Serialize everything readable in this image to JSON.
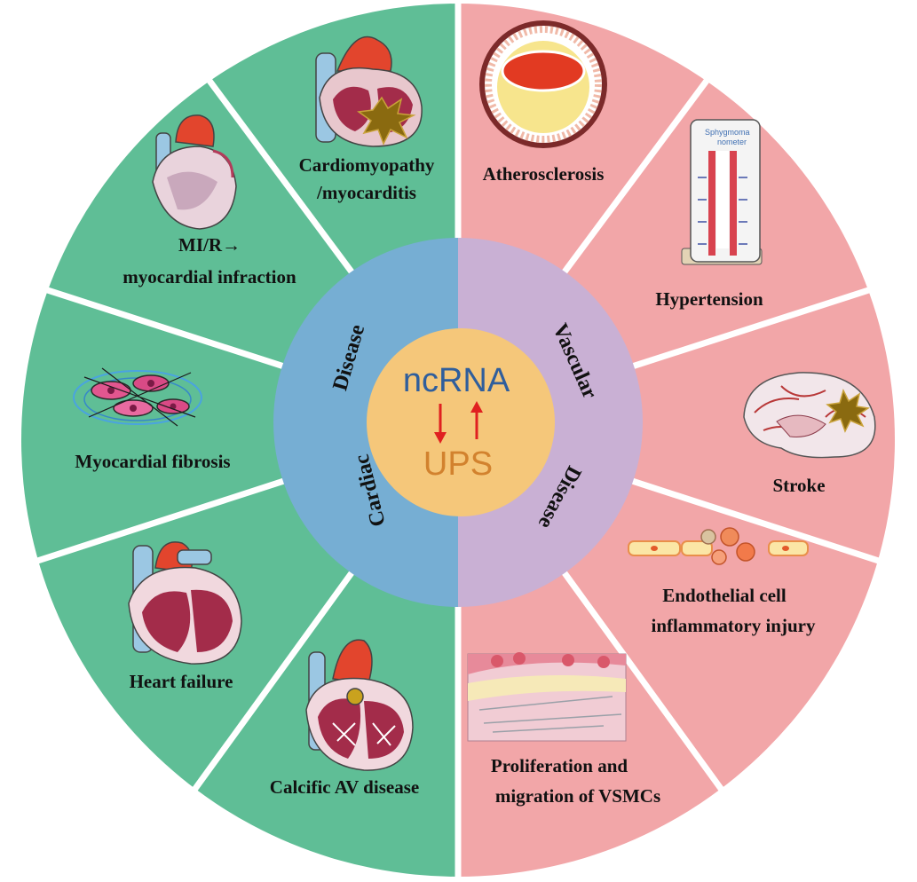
{
  "colors": {
    "cardiac_outer": "#5fbe96",
    "vascular_outer": "#f2a6a8",
    "cardiac_ring": "#76aed3",
    "vascular_ring": "#c9b0d4",
    "core": "#f5c77a",
    "ncrna_text": "#2f5e9c",
    "ups_text": "#d2822e",
    "arrow": "#e02020"
  },
  "center": {
    "top_label": "ncRNA",
    "bottom_label": "UPS",
    "arrows": [
      "down-arrow",
      "up-arrow"
    ]
  },
  "ring": {
    "cardiac": [
      "Disease",
      "Cardiac"
    ],
    "vascular": [
      "Vascular",
      "Disease"
    ]
  },
  "cardiac_segments": [
    {
      "id": "cardiomyopathy",
      "lines": [
        "Cardiomyopathy",
        "/myocarditis"
      ],
      "icon": "heart-cross-section-icon"
    },
    {
      "id": "mi",
      "lines": [
        "MI/R→",
        "myocardial infraction"
      ],
      "icon": "heart-icon"
    },
    {
      "id": "fibrosis",
      "lines": [
        "Myocardial fibrosis"
      ],
      "icon": "fibroblast-cells-icon"
    },
    {
      "id": "heart-failure",
      "lines": [
        "Heart failure"
      ],
      "icon": "enlarged-heart-icon"
    },
    {
      "id": "calcific-av",
      "lines": [
        "Calcific AV disease"
      ],
      "icon": "heart-valve-icon"
    }
  ],
  "vascular_segments": [
    {
      "id": "atherosclerosis",
      "lines": [
        "Atherosclerosis"
      ],
      "icon": "artery-plaque-icon"
    },
    {
      "id": "hypertension",
      "lines": [
        "Hypertension"
      ],
      "icon": "sphygmomanometer-icon"
    },
    {
      "id": "stroke",
      "lines": [
        "Stroke"
      ],
      "icon": "brain-icon"
    },
    {
      "id": "endothelial",
      "lines": [
        "Endothelial cell",
        "inflammatory injury"
      ],
      "icon": "endothelial-cells-icon"
    },
    {
      "id": "vsmc",
      "lines": [
        "Proliferation and",
        "migration of VSMCs"
      ],
      "icon": "vessel-wall-icon"
    }
  ],
  "icon_text": {
    "sphygmomanometer": [
      "Sphygmoma",
      "nometer"
    ]
  }
}
